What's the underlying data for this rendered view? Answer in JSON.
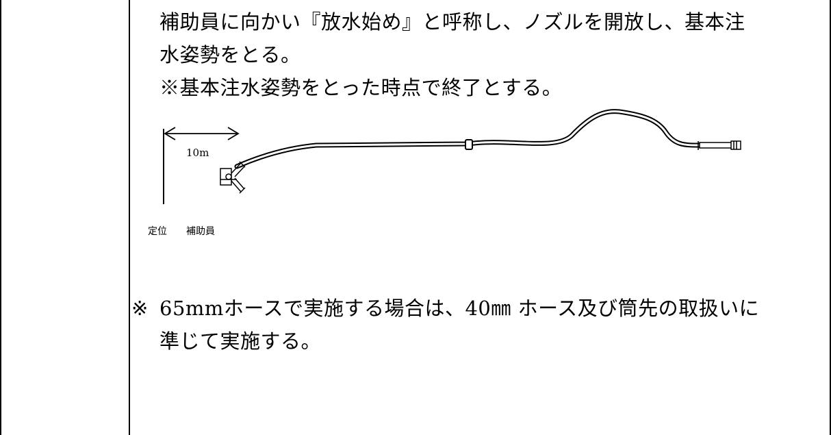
{
  "instructions": {
    "line1": "補助員に向かい『放水始め』と呼称し、ノズルを開放し、基本注",
    "line2": "水姿勢をとる。",
    "line3": "※基本注水姿勢をとった時点で終了とする。"
  },
  "diagram": {
    "distance_label": "10m",
    "position_label": "定位",
    "assistant_label": "補助員"
  },
  "note": {
    "mark": "※",
    "line1": "65mmホースで実施する場合は、40㎜ ホース及び筒先の取扱いに",
    "line2": "準じて実施する。"
  }
}
